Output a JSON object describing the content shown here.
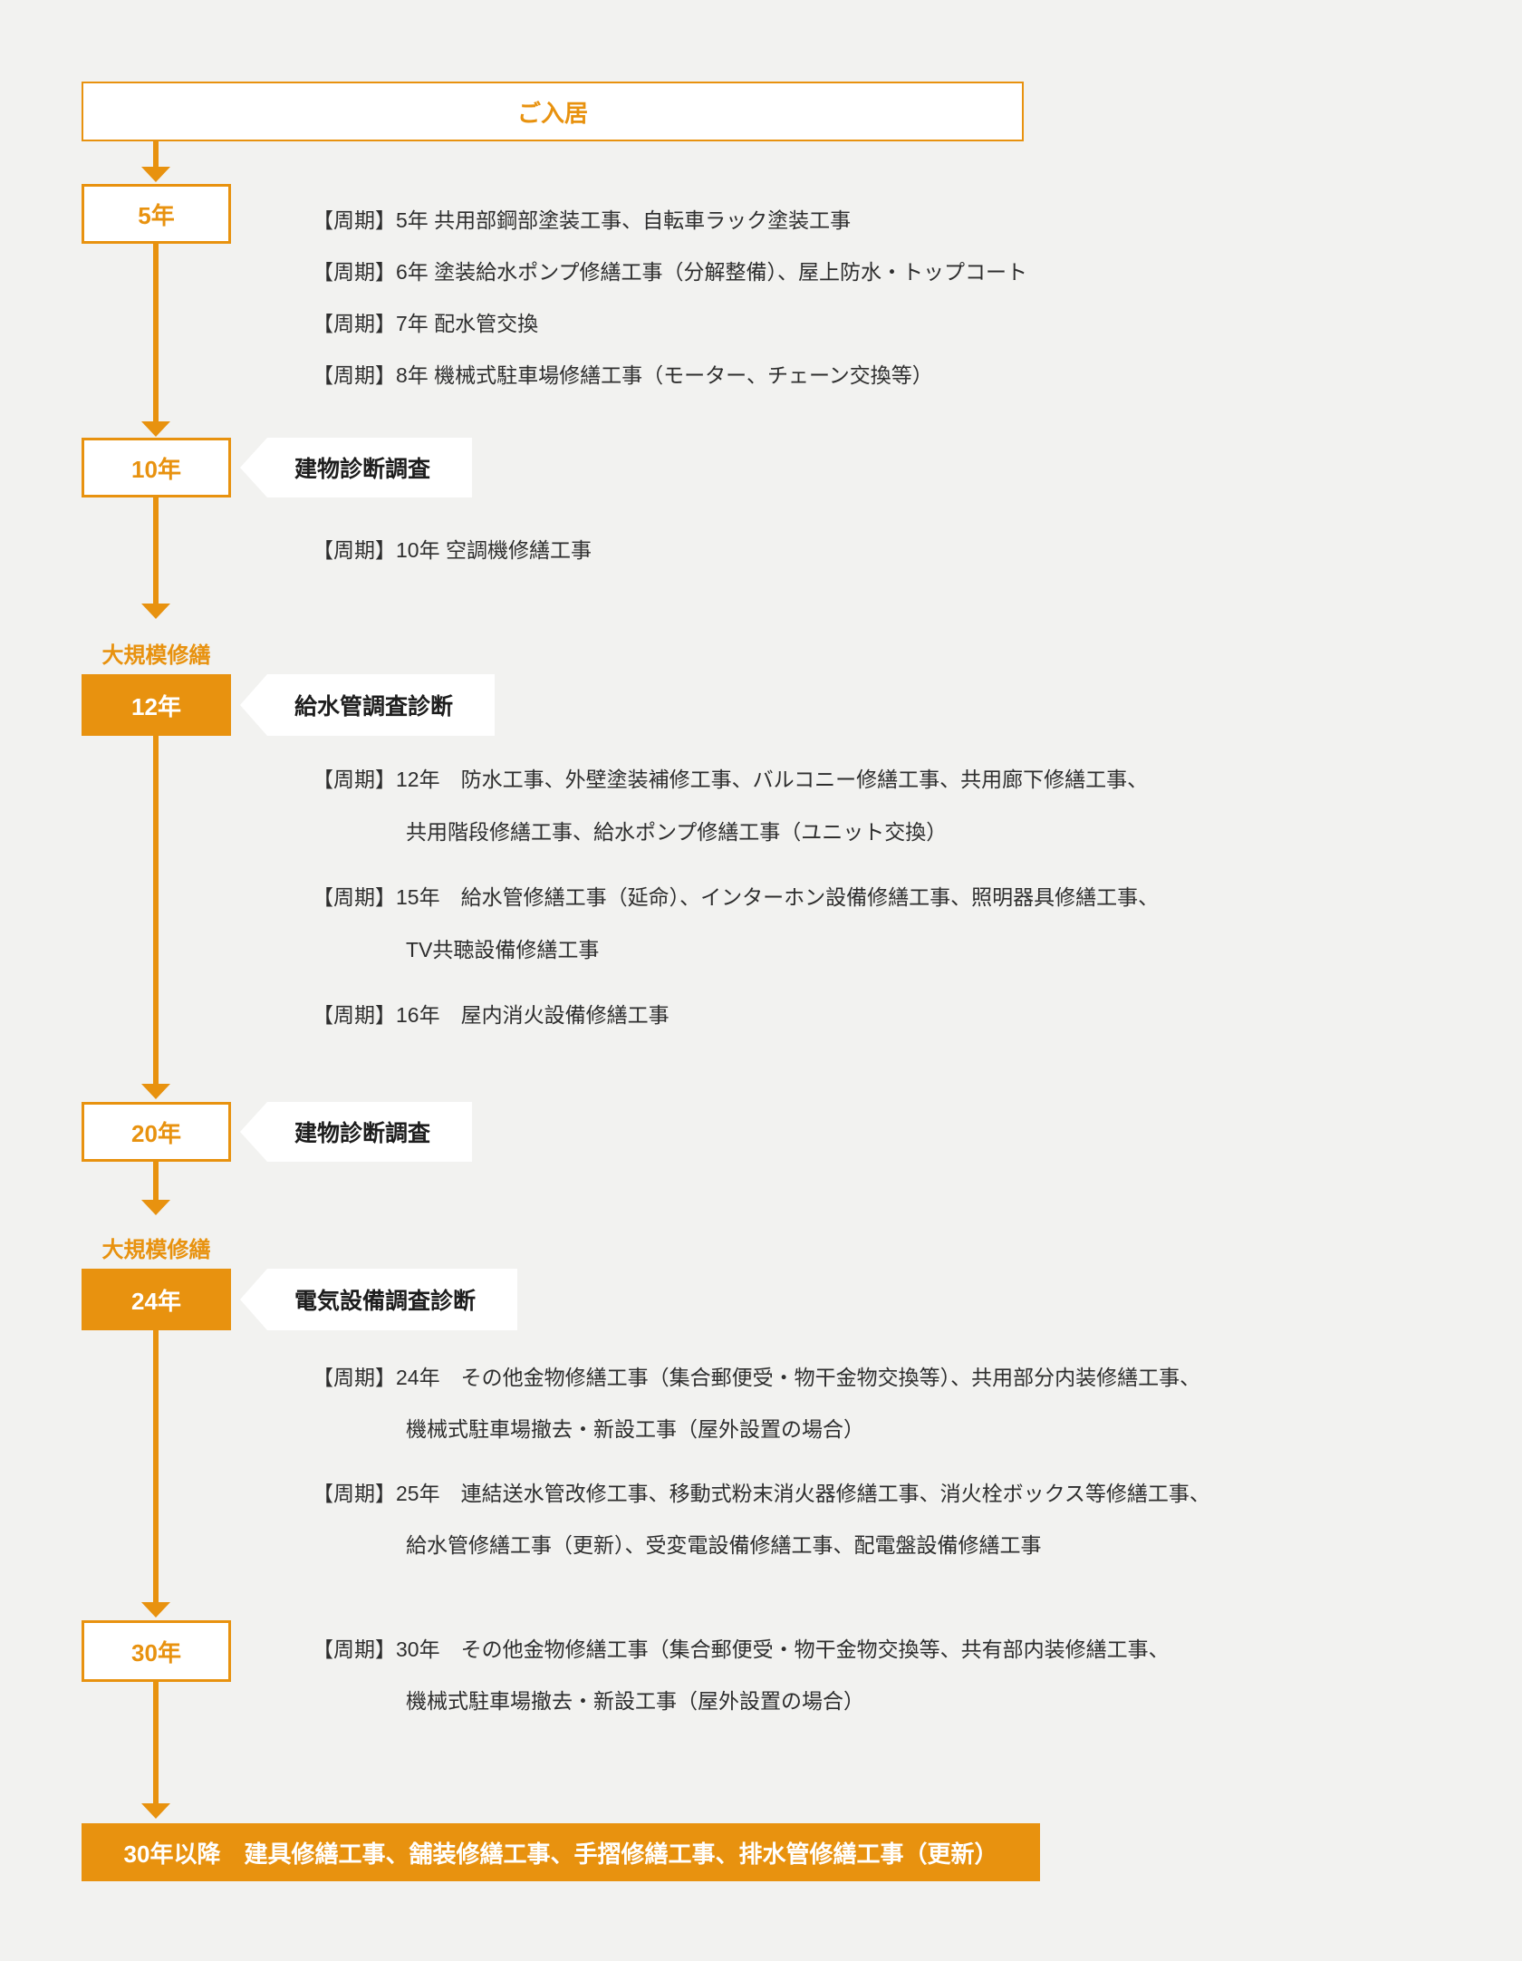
{
  "colors": {
    "accent_orange": "#E8920F",
    "background": "#F2F2F0",
    "body_text": "#2E2E2E",
    "box_fill_white": "#FFFFFF"
  },
  "start": {
    "label": "ご入居"
  },
  "sections": [
    {
      "year": "5年",
      "items": [
        "【周期】5年 共用部鋼部塗装工事、自転車ラック塗装工事",
        "【周期】6年 塗装給水ポンプ修繕工事（分解整備）、屋上防水・トップコート",
        "【周期】7年 配水管交換",
        "【周期】8年 機械式駐車場修繕工事（モーター、チェーン交換等）"
      ]
    },
    {
      "year": "10年",
      "callout": "建物診断調査",
      "items": [
        "【周期】10年 空調機修繕工事"
      ]
    },
    {
      "year": "12年",
      "tag": "大規模修繕",
      "callout": "給水管調査診断",
      "items": [
        "【周期】12年　防水工事、外壁塗装補修工事、バルコニー修繕工事、共用廊下修繕工事、",
        "共用階段修繕工事、給水ポンプ修繕工事（ユニット交換）",
        "【周期】15年　給水管修繕工事（延命）、インターホン設備修繕工事、照明器具修繕工事、",
        "TV共聴設備修繕工事",
        "【周期】16年　屋内消火設備修繕工事"
      ]
    },
    {
      "year": "20年",
      "callout": "建物診断調査",
      "items": []
    },
    {
      "year": "24年",
      "tag": "大規模修繕",
      "callout": "電気設備調査診断",
      "items": [
        "【周期】24年　その他金物修繕工事（集合郵便受・物干金物交換等）、共用部分内装修繕工事、",
        "機械式駐車場撤去・新設工事（屋外設置の場合）",
        "【周期】25年　連結送水管改修工事、移動式粉末消火器修繕工事、消火栓ボックス等修繕工事、",
        "給水管修繕工事（更新）、受変電設備修繕工事、配電盤設備修繕工事"
      ]
    },
    {
      "year": "30年",
      "items": [
        "【周期】30年　その他金物修繕工事（集合郵便受・物干金物交換等、共有部内装修繕工事、",
        "機械式駐車場撤去・新設工事（屋外設置の場合）"
      ]
    }
  ],
  "end_bar": {
    "label": "30年以降　建具修繕工事、舗装修繕工事、手摺修繕工事、排水管修繕工事（更新）"
  }
}
